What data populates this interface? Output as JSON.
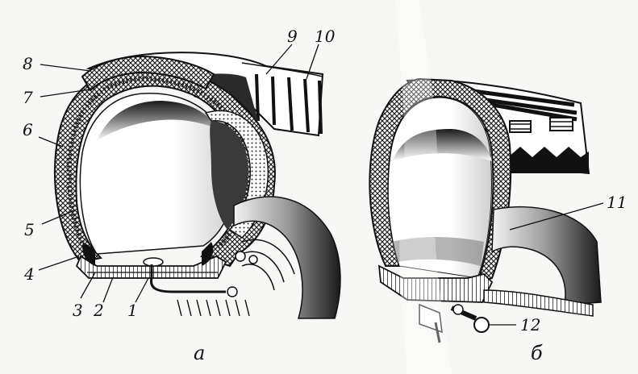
{
  "figure": {
    "left_caption": "а",
    "right_caption": "б",
    "labels": {
      "l1": "1",
      "l2": "2",
      "l3": "3",
      "l4": "4",
      "l5": "5",
      "l6": "6",
      "l7": "7",
      "l8": "8",
      "l9": "9",
      "l10": "10",
      "l11": "11",
      "l12": "12"
    }
  },
  "colors": {
    "ink": "#111111",
    "paper": "#f7f7f5",
    "mesh": "#333333"
  }
}
